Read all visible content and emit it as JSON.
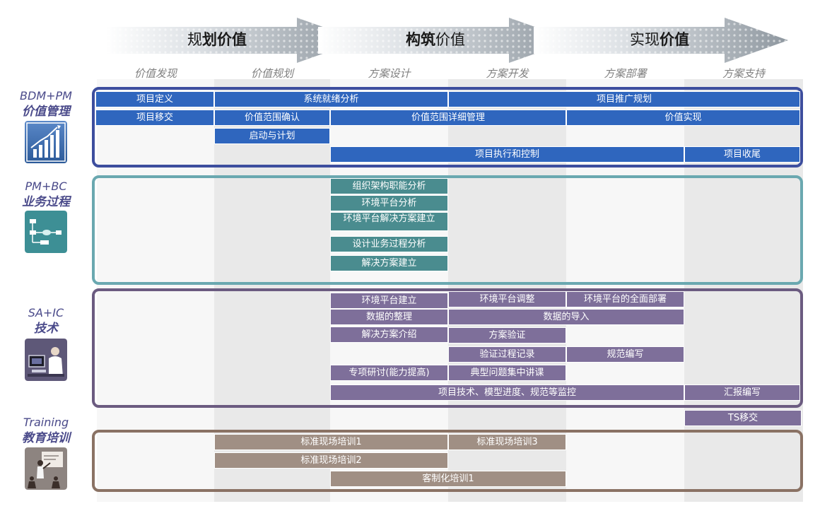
{
  "phases": [
    {
      "light": "规",
      "bold": "划",
      "tail": "价值"
    },
    {
      "light": "",
      "bold": "构筑",
      "tail": "价值"
    },
    {
      "light": "实现",
      "bold": "",
      "tail": "价值"
    }
  ],
  "steps": [
    "价值发现",
    "价值规划",
    "方案设计",
    "方案开发",
    "方案部署",
    "方案支持"
  ],
  "groups": [
    {
      "id": "bdm",
      "line1": "BDM+PM",
      "line2": "价值管理",
      "icon": "bar-chart-icon",
      "frame_color": "#3d4e9e"
    },
    {
      "id": "pm",
      "line1": "PM+BC",
      "line2": "业务过程",
      "icon": "flowchart-icon",
      "frame_color": "#6aa8b0"
    },
    {
      "id": "sa",
      "line1": "SA+IC",
      "line2": "技术",
      "icon": "computer-user-icon",
      "frame_color": "#6b5b80"
    },
    {
      "id": "tr",
      "line1": "Training",
      "line2": "教育培训",
      "icon": "presenter-icon",
      "frame_color": "#8a7264"
    }
  ],
  "colors": {
    "blue": "#2f66be",
    "teal": "#4a8c8f",
    "purple": "#7e6f9a",
    "brown": "#a08f84",
    "arrow": "#9aa3ab"
  },
  "bars": {
    "bdm": [
      "项目定义",
      "系统就绪分析",
      "项目推广规划",
      "项目移交",
      "价值范围确认",
      "价值范围详细管理",
      "价值实现",
      "启动与计划",
      "项目执行和控制",
      "项目收尾"
    ],
    "pm": [
      "组织架构职能分析",
      "环境平台分析",
      "环境平台解决方案建立",
      "设计业务过程分析",
      "解决方案建立"
    ],
    "sa": [
      "环境平台建立",
      "环境平台调整",
      "环境平台的全面部署",
      "数据的整理",
      "数据的导入",
      "解决方案介绍",
      "方案验证",
      "验证过程记录",
      "规范编写",
      "专项研讨(能力提高)",
      "典型问题集中讲课",
      "项目技术、模型进度、规范等监控",
      "汇报编写",
      "TS移交"
    ],
    "tr": [
      "标准现场培训1",
      "标准现场培训3",
      "标准现场培训2",
      "客制化培训1"
    ]
  }
}
